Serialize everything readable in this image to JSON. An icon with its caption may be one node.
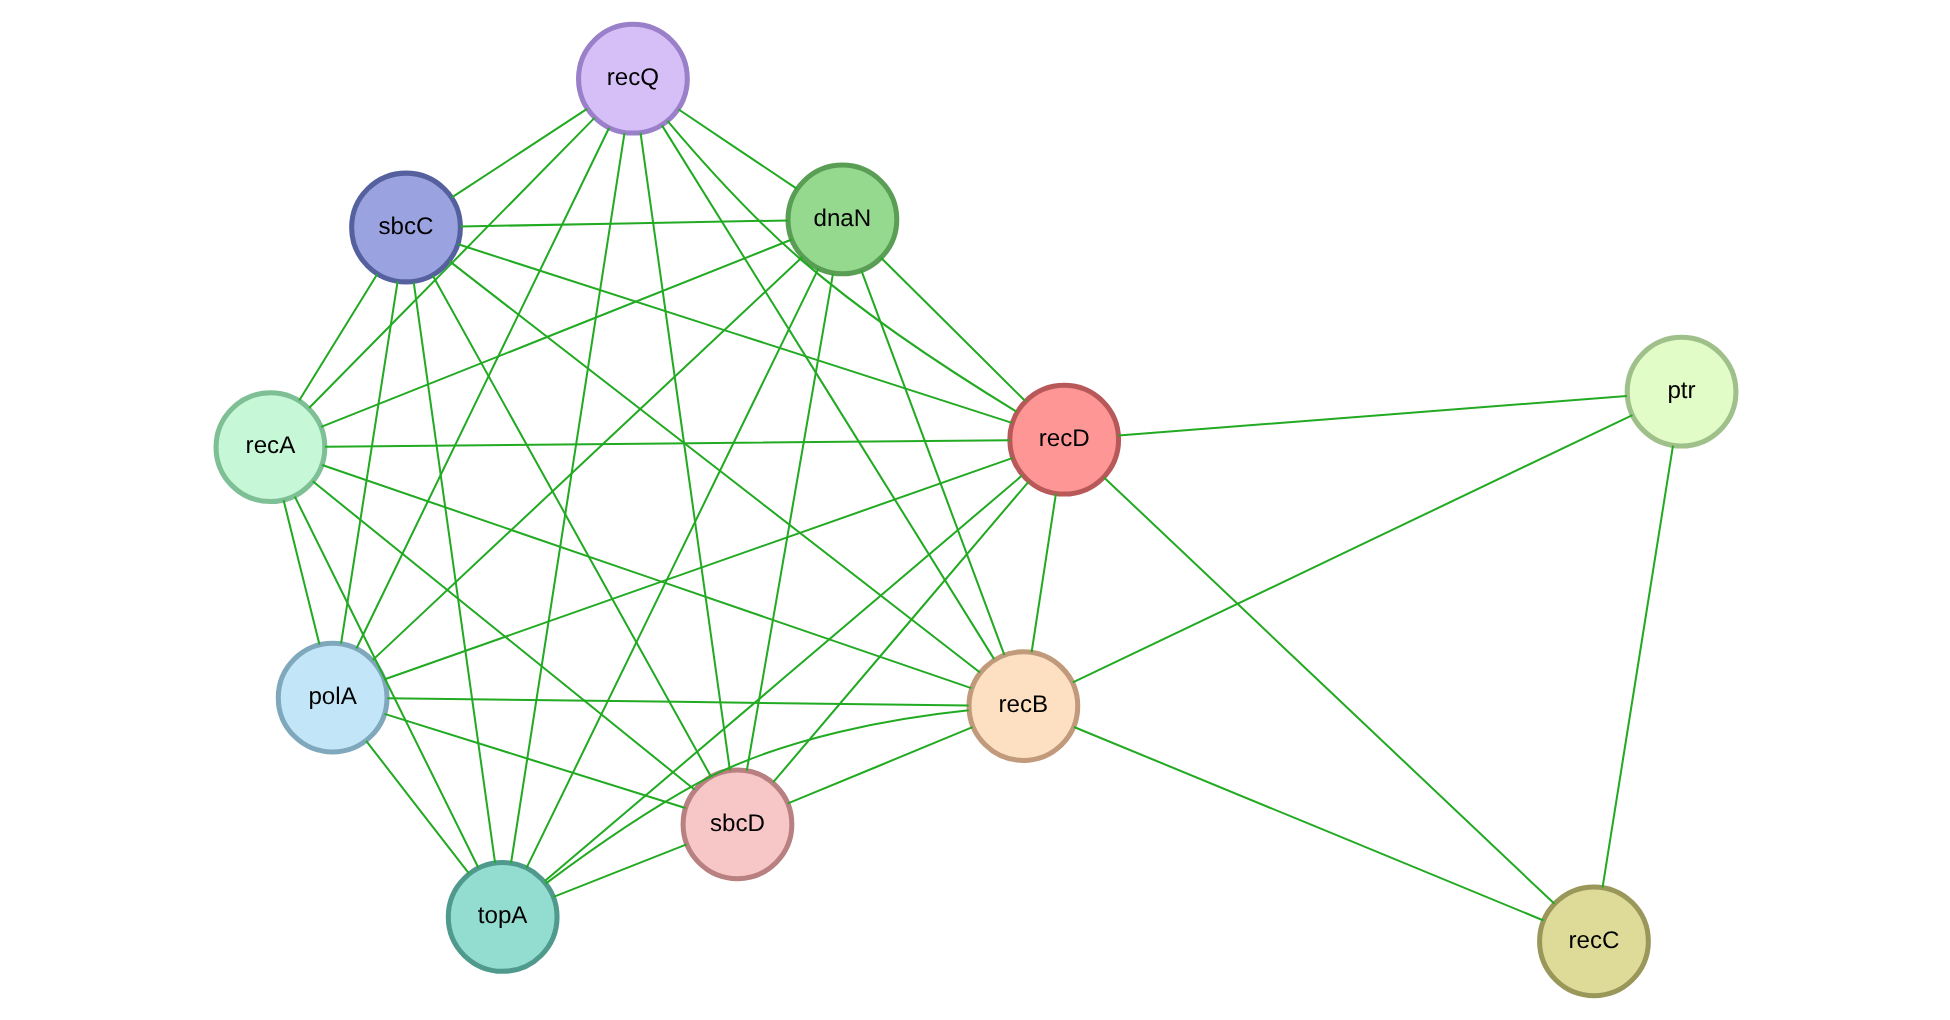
{
  "diagram": {
    "nodes": [
      {
        "text": [
          "recQ"
        ]
      },
      {
        "text": [
          "topA"
        ]
      },
      {
        "text": [
          "sbcD"
        ]
      },
      {
        "text": [
          "recA"
        ]
      },
      {
        "text": [
          "sbcC"
        ]
      },
      {
        "text": [
          "polA"
        ]
      },
      {
        "text": [
          "dnaN"
        ]
      },
      {
        "text": [
          "recD"
        ]
      },
      {
        "text": [
          "recB"
        ]
      },
      {
        "text": [
          "recC"
        ]
      },
      {
        "text": [
          "ptr"
        ]
      }
    ],
    "edges": [
      {
        "from": 0,
        "to": 1,
        "arrow": "none"
      },
      {
        "from": 0,
        "to": 2,
        "arrow": "none"
      },
      {
        "from": 0,
        "to": 3,
        "arrow": "none"
      },
      {
        "from": 0,
        "to": 4,
        "arrow": "none"
      },
      {
        "from": 0,
        "to": 5,
        "arrow": "none"
      },
      {
        "from": 0,
        "to": 6,
        "arrow": "none"
      },
      {
        "from": 0,
        "to": 7,
        "arrow": "none"
      },
      {
        "from": 0,
        "to": 8,
        "arrow": "none"
      },
      {
        "from": 1,
        "to": 2,
        "arrow": "none"
      },
      {
        "from": 1,
        "to": 3,
        "arrow": "none"
      },
      {
        "from": 1,
        "to": 4,
        "arrow": "none"
      },
      {
        "from": 1,
        "to": 5,
        "arrow": "none"
      },
      {
        "from": 1,
        "to": 6,
        "arrow": "none"
      },
      {
        "from": 1,
        "to": 7,
        "arrow": "none"
      },
      {
        "from": 1,
        "to": 8,
        "arrow": "none"
      },
      {
        "from": 2,
        "to": 3,
        "arrow": "none"
      },
      {
        "from": 2,
        "to": 4,
        "arrow": "none"
      },
      {
        "from": 2,
        "to": 5,
        "arrow": "none"
      },
      {
        "from": 2,
        "to": 6,
        "arrow": "none"
      },
      {
        "from": 2,
        "to": 7,
        "arrow": "none"
      },
      {
        "from": 2,
        "to": 8,
        "arrow": "none"
      },
      {
        "from": 3,
        "to": 4,
        "arrow": "none"
      },
      {
        "from": 3,
        "to": 5,
        "arrow": "none"
      },
      {
        "from": 3,
        "to": 6,
        "arrow": "none"
      },
      {
        "from": 3,
        "to": 7,
        "arrow": "none"
      },
      {
        "from": 3,
        "to": 8,
        "arrow": "none"
      },
      {
        "from": 4,
        "to": 5,
        "arrow": "none"
      },
      {
        "from": 4,
        "to": 6,
        "arrow": "none"
      },
      {
        "from": 4,
        "to": 7,
        "arrow": "none"
      },
      {
        "from": 4,
        "to": 8,
        "arrow": "none"
      },
      {
        "from": 5,
        "to": 6,
        "arrow": "none"
      },
      {
        "from": 5,
        "to": 7,
        "arrow": "none"
      },
      {
        "from": 5,
        "to": 8,
        "arrow": "none"
      },
      {
        "from": 6,
        "to": 7,
        "arrow": "none"
      },
      {
        "from": 6,
        "to": 8,
        "arrow": "none"
      },
      {
        "from": 7,
        "to": 8,
        "arrow": "none"
      },
      {
        "from": 7,
        "to": 9,
        "arrow": "none"
      },
      {
        "from": 7,
        "to": 10,
        "arrow": "none"
      },
      {
        "from": 8,
        "to": 9,
        "arrow": "none"
      },
      {
        "from": 8,
        "to": 10,
        "arrow": "none"
      },
      {
        "from": 9,
        "to": 10,
        "arrow": "none"
      }
    ]
  }
}
